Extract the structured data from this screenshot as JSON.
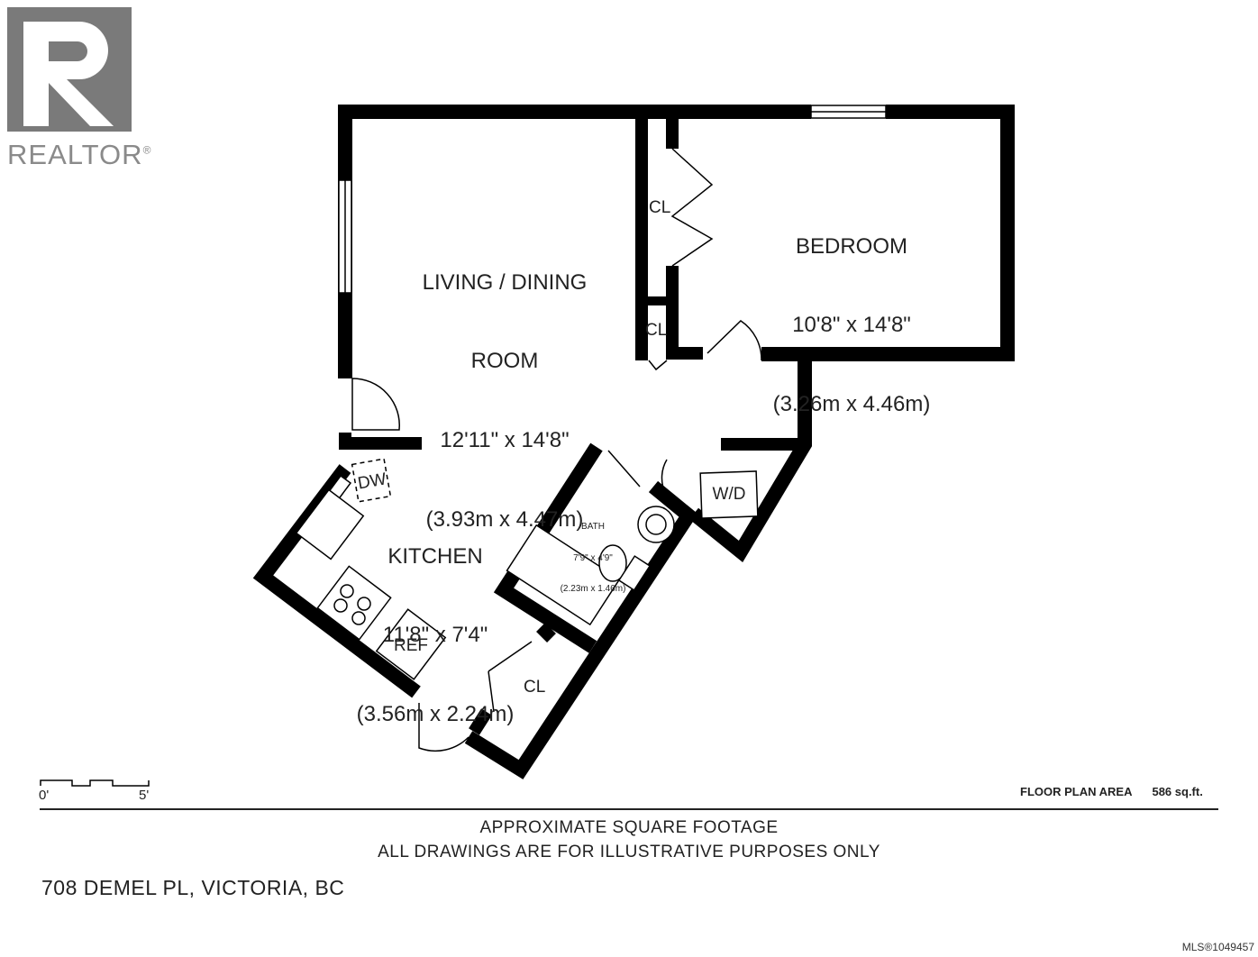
{
  "logo": {
    "text": "REALTOR",
    "mark": "®",
    "color": "#7a7a7a",
    "icon": "realtor-r-logo"
  },
  "rooms": {
    "living": {
      "name_line1": "LIVING / DINING",
      "name_line2": "ROOM",
      "dims_imperial": "12'11\" x 14'8\"",
      "dims_metric": "(3.93m x 4.47m)"
    },
    "bedroom": {
      "name": "BEDROOM",
      "dims_imperial": "10'8\" x 14'8\"",
      "dims_metric": "(3.26m x 4.46m)"
    },
    "kitchen": {
      "name": "KITCHEN",
      "dims_imperial": "11'8\" x 7'4\"",
      "dims_metric": "(3.56m x 2.24m)"
    },
    "bath": {
      "name": "BATH",
      "dims_imperial": "7'9\" x 4'9\"",
      "dims_metric": "(2.23m x 1.46m)"
    }
  },
  "fixtures": {
    "closet": "CL",
    "dishwasher": "DW",
    "washer_dryer": "W/D",
    "fridge": "REF"
  },
  "scale": {
    "start": "0'",
    "end": "5'"
  },
  "floor_area": {
    "label": "FLOOR PLAN AREA",
    "value": "586 sq.ft."
  },
  "disclaimer": {
    "line1": "APPROXIMATE SQUARE FOOTAGE",
    "line2": "ALL DRAWINGS ARE FOR ILLUSTRATIVE PURPOSES ONLY"
  },
  "address": "708 DEMEL PL, VICTORIA, BC",
  "mls": "MLS®1049457"
}
